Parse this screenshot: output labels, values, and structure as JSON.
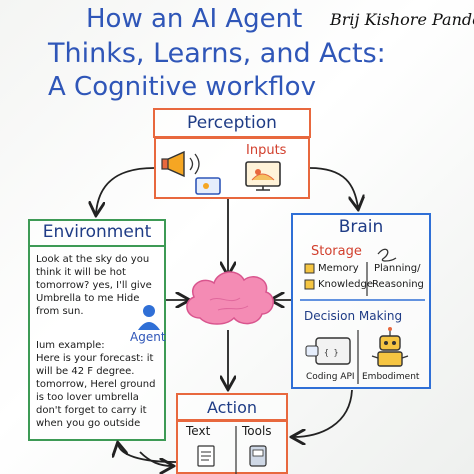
{
  "title": {
    "line1": "How an AI Agent",
    "line2": "Thinks, Learns, and Acts:",
    "line3": "A Cognitive workflov"
  },
  "author": "Brij Kishore Pandey",
  "perception": {
    "title": "Perception",
    "inputs_label": "Inputs",
    "icons": [
      "megaphone-icon",
      "screen-icon",
      "monitor-icon"
    ]
  },
  "environment": {
    "title": "Environment",
    "text1": "Look at the sky do you think it will be hot tomorrow? yes, I'll give Umbrella to me Hide from sun.",
    "agent_label": "Agent",
    "text2": "Ium example:\nHere is your forecast: it will be 42 F degree. tomorrow, Herel ground is too lover umbrella don't forget to carry it when you go outside"
  },
  "brain": {
    "title": "Brain",
    "storage_label": "Storage",
    "memory": "Memory",
    "knowledge": "Knowledge",
    "planning": "Planning/",
    "reasoning": "Reasoning",
    "decision_making": "Decision Making",
    "coding_api": "Coding API",
    "embodiment": "Embodiment",
    "code_glyph": "{ }"
  },
  "action": {
    "title": "Action",
    "text_label": "Text",
    "tools_label": "Tools"
  },
  "colors": {
    "title_blue": "#2f56b8",
    "orange": "#e8683e",
    "green": "#3d9a55",
    "blue": "#2f6fd6",
    "cloud_pink": "#f07aa7"
  }
}
